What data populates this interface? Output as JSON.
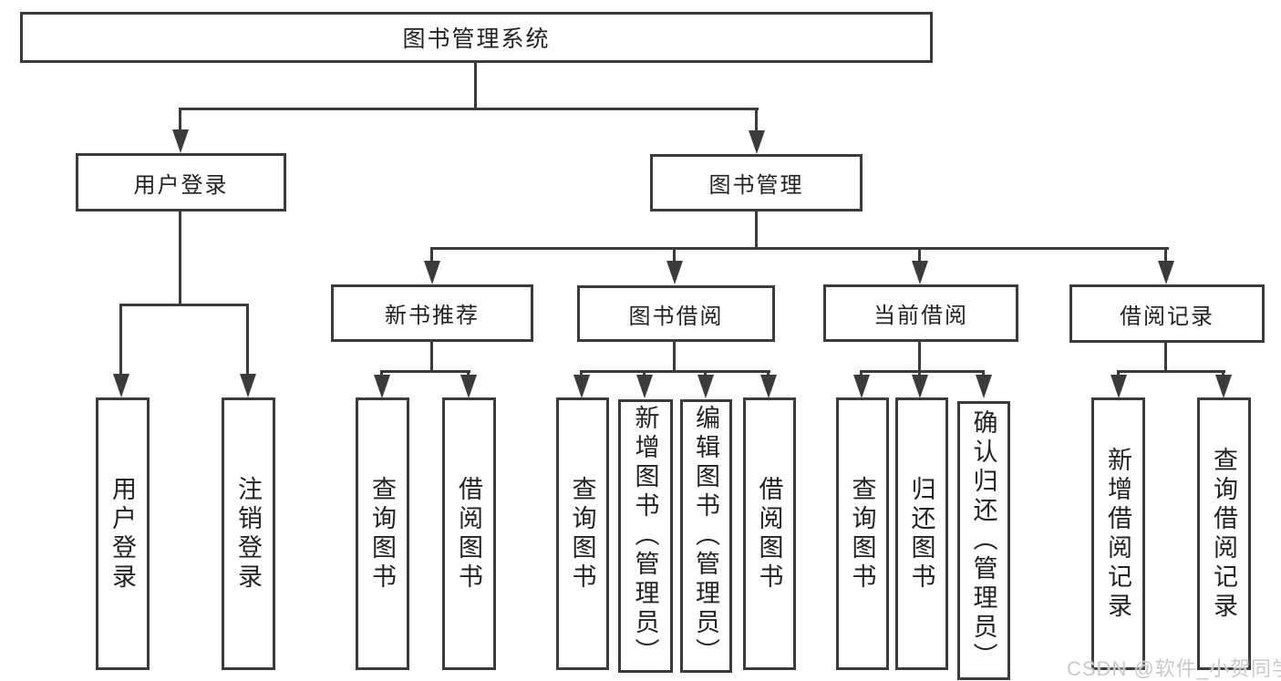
{
  "diagram": {
    "type": "function-structure-tree",
    "colors": {
      "line": "#3b3b3b",
      "box_border": "#3b3b3b",
      "text": "#222222",
      "background": "#ffffff",
      "watermark_text_color": "#c9c9c9"
    },
    "root": {
      "label": "图书管理系统"
    },
    "level2": {
      "user_login": {
        "label": "用户登录"
      },
      "book_mgmt": {
        "label": "图书管理"
      }
    },
    "level3": {
      "new_books": {
        "label": "新书推荐",
        "parent": "图书管理"
      },
      "borrowing": {
        "label": "图书借阅",
        "parent": "图书管理"
      },
      "current": {
        "label": "当前借阅",
        "parent": "图书管理"
      },
      "records": {
        "label": "借阅记录",
        "parent": "图书管理"
      }
    },
    "leaves": {
      "user_login": {
        "label": "用户登录",
        "parent": "用户登录"
      },
      "logout": {
        "label": "注销登录",
        "parent": "用户登录"
      },
      "nb_query": {
        "label": "查询图书",
        "parent": "新书推荐"
      },
      "nb_borrow": {
        "label": "借阅图书",
        "parent": "新书推荐"
      },
      "bb_query": {
        "label": "查询图书",
        "parent": "图书借阅"
      },
      "bb_add": {
        "label": "新增图书（管理员）",
        "parent": "图书借阅"
      },
      "bb_edit": {
        "label": "编辑图书（管理员）",
        "parent": "图书借阅"
      },
      "bb_borrow": {
        "label": "借阅图书",
        "parent": "图书借阅"
      },
      "cb_query": {
        "label": "查询图书",
        "parent": "当前借阅"
      },
      "cb_return": {
        "label": "归还图书",
        "parent": "当前借阅"
      },
      "cb_confirm": {
        "label": "确认归还（管理员）",
        "parent": "当前借阅"
      },
      "rec_add": {
        "label": "新增借阅记录",
        "parent": "借阅记录"
      },
      "rec_query": {
        "label": "查询借阅记录",
        "parent": "借阅记录"
      }
    },
    "watermark": "CSDN @软件_小贺同学"
  }
}
